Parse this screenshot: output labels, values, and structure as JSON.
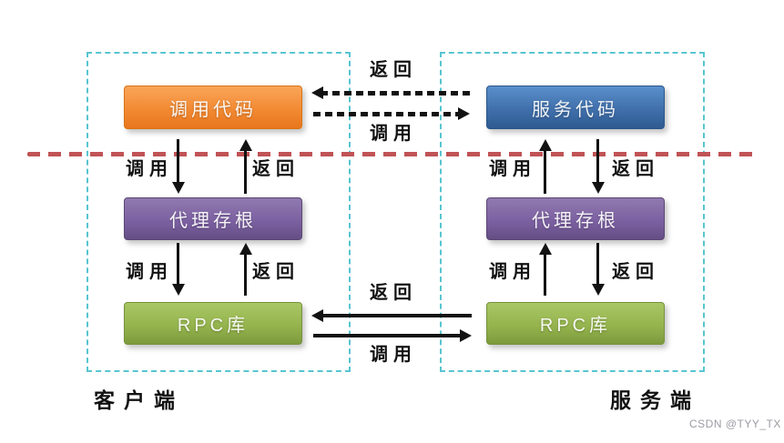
{
  "labels": {
    "call": "调用",
    "return": "返回"
  },
  "client": {
    "caption": "客户端",
    "boxes": {
      "top": "调用代码",
      "middle": "代理存根",
      "bottom": "RPC库"
    }
  },
  "server": {
    "caption": "服务端",
    "boxes": {
      "top": "服务代码",
      "middle": "代理存根",
      "bottom": "RPC库"
    }
  },
  "watermark": "CSDN @TYY_TX",
  "colors": {
    "client_top_box": "#F28A33",
    "server_top_box": "#3E6DA8",
    "stub_box": "#7A5FA0",
    "rpc_box": "#93B24C",
    "boundary_dashed": "#58C5D0",
    "process_divider": "#C05356",
    "arrow": "#121212",
    "watermark_text": "#9B9BA3"
  }
}
